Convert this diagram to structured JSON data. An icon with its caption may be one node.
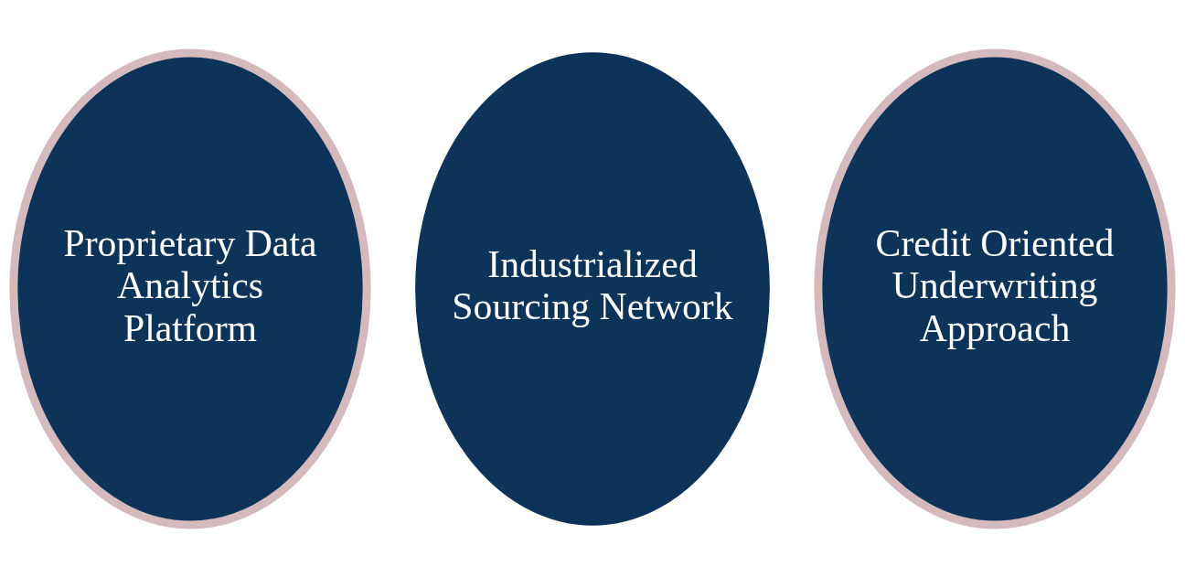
{
  "diagram": {
    "nodes": [
      {
        "text": [
          "Proprietary Data Analytics Platform"
        ]
      },
      {
        "text": [
          "Industrialized Sourcing Network"
        ]
      },
      {
        "text": [
          "Credit Oriented Underwriting Approach"
        ]
      }
    ]
  }
}
